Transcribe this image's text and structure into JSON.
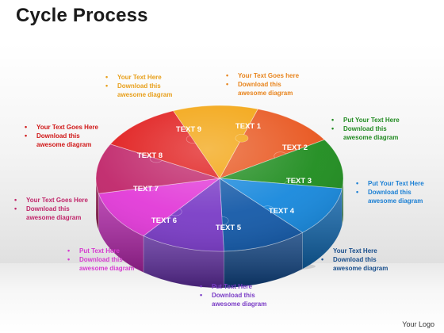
{
  "title": "Cycle Process",
  "segments": [
    {
      "label": "TEXT 1",
      "color": "#e8541c",
      "side": "#b83c0e"
    },
    {
      "label": "TEXT 2",
      "color": "#1e8c1e",
      "side": "#146614"
    },
    {
      "label": "TEXT 3",
      "color": "#1788dc",
      "side": "#0e62a8"
    },
    {
      "label": "TEXT 4",
      "color": "#155aa8",
      "side": "#0d3f7c"
    },
    {
      "label": "TEXT 5",
      "color": "#7a3cc6",
      "side": "#5a2a98"
    },
    {
      "label": "TEXT 6",
      "color": "#e23ad8",
      "side": "#ac24a4"
    },
    {
      "label": "TEXT 7",
      "color": "#c0266a",
      "side": "#8f1a4e"
    },
    {
      "label": "TEXT 8",
      "color": "#e01818",
      "side": "#a80e0e"
    },
    {
      "label": "TEXT 9",
      "color": "#f2a20a",
      "side": "#c07c06"
    }
  ],
  "callouts": [
    {
      "lines": [
        "Your Text Goes here",
        "Download this awesome diagram"
      ],
      "color": "#e8841c"
    },
    {
      "lines": [
        "Put Your Text Here",
        "Download this awesome diagram"
      ],
      "color": "#228b22"
    },
    {
      "lines": [
        "Put Your Text Here",
        "Download this awesome diagram"
      ],
      "color": "#1a7fd4"
    },
    {
      "lines": [
        "Your Text Here",
        "Download this awesome diagram"
      ],
      "color": "#1a4f8c"
    },
    {
      "lines": [
        "Put Text Here",
        "Download this awesome diagram"
      ],
      "color": "#7a3cc6"
    },
    {
      "lines": [
        "Put Text Here",
        "Download this awesome diagram"
      ],
      "color": "#d63ad0"
    },
    {
      "lines": [
        "Your Text Goes Here",
        "Download this awesome diagram"
      ],
      "color": "#c0266a"
    },
    {
      "lines": [
        "Your Text Goes Here",
        "Download this awesome diagram"
      ],
      "color": "#d01818"
    },
    {
      "lines": [
        "Your Text Here",
        "Download this awesome diagram"
      ],
      "color": "#e8a01c"
    }
  ],
  "logo": "Your Logo"
}
